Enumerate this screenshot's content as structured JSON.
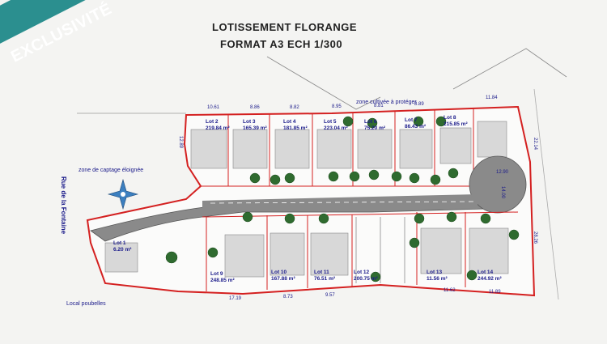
{
  "badge": {
    "label": "EXCLUSIVITÉ"
  },
  "plan": {
    "title": "LOTISSEMENT FLORANGE",
    "subtitle": "FORMAT A3 ECH 1/300",
    "street_label": "Rue de la Fontaine",
    "zone_captage": "zone de captage éloignée",
    "zone_cultivee": "zone cultivée à protéger",
    "local_poubelles": "Local poubelles"
  },
  "lots": [
    {
      "name": "Lot 1",
      "area": "6.20 m²"
    },
    {
      "name": "Lot 2",
      "area": "219.84 m²"
    },
    {
      "name": "Lot 3",
      "area": "165.39 m²"
    },
    {
      "name": "Lot 4",
      "area": "181.85 m²"
    },
    {
      "name": "Lot 5",
      "area": "223.04 m²"
    },
    {
      "name": "Lot 6",
      "area": "75.20 m²"
    },
    {
      "name": "Lot 7",
      "area": "86.43 m²"
    },
    {
      "name": "Lot 8",
      "area": "215.85 m²"
    },
    {
      "name": "Lot 9",
      "area": "248.85 m²"
    },
    {
      "name": "Lot 10",
      "area": "167.88 m²"
    },
    {
      "name": "Lot 11",
      "area": "76.51 m²"
    },
    {
      "name": "Lot 12",
      "area": "200.75 m²"
    },
    {
      "name": "Lot 13",
      "area": "11.56 m²"
    },
    {
      "name": "Lot 14",
      "area": "244.92 m²"
    }
  ],
  "dimensions": {
    "top": [
      "10.61",
      "8.86",
      "8.82",
      "8.95",
      "8.81",
      "8.89",
      "11.84"
    ],
    "bottom": [
      "17.19",
      "8.73",
      "9.57",
      "11.62",
      "11.89"
    ],
    "side": [
      "12.89",
      "22.14",
      "28.26",
      "12.90",
      "14.00"
    ]
  },
  "colors": {
    "boundary": "#d42020",
    "road": "#7a7a7a",
    "tree": "#2f6b2f",
    "ribbon": "#2b8f8f",
    "water": "#3c7fbf"
  }
}
